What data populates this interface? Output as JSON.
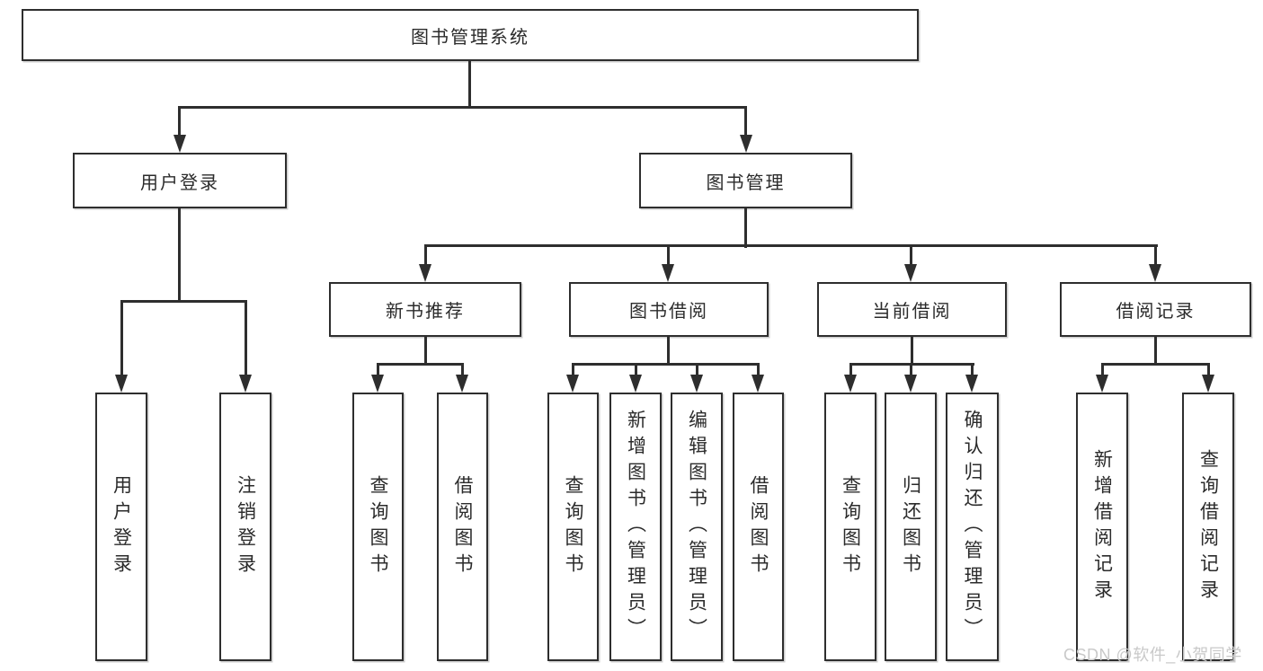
{
  "tree": {
    "label": "图书管理系统",
    "children": [
      {
        "label": "用户登录",
        "children": [
          {
            "label": "用户登录"
          },
          {
            "label": "注销登录"
          }
        ]
      },
      {
        "label": "图书管理",
        "children": [
          {
            "label": "新书推荐",
            "children": [
              {
                "label": "查询图书"
              },
              {
                "label": "借阅图书"
              }
            ]
          },
          {
            "label": "图书借阅",
            "children": [
              {
                "label": "查询图书"
              },
              {
                "label": "新增图书（管理员）"
              },
              {
                "label": "编辑图书（管理员）"
              },
              {
                "label": "借阅图书"
              }
            ]
          },
          {
            "label": "当前借阅",
            "children": [
              {
                "label": "查询图书"
              },
              {
                "label": "归还图书"
              },
              {
                "label": "确认归还（管理员）"
              }
            ]
          },
          {
            "label": "借阅记录",
            "children": [
              {
                "label": "新增借阅记录"
              },
              {
                "label": "查询借阅记录"
              }
            ]
          }
        ]
      }
    ]
  },
  "watermark": {
    "text": "CSDN @软件_小贺同学",
    "color": "#c9c9c9"
  },
  "colors": {
    "line": "#2e2e2e",
    "box_border": "#2e2e2e",
    "text": "#2b2b2b",
    "background": "#ffffff"
  }
}
